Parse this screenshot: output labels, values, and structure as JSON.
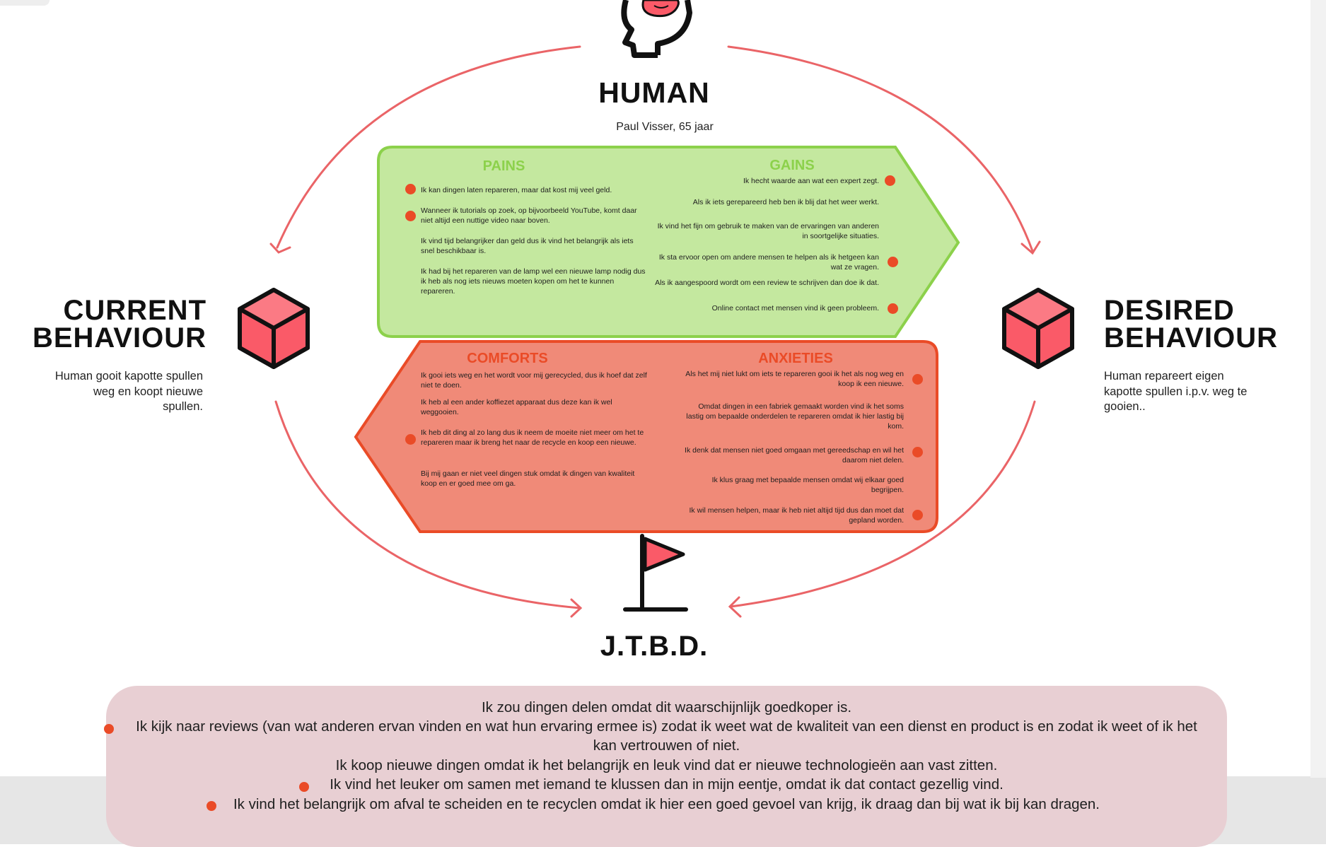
{
  "human": {
    "title": "HUMAN",
    "subtitle": "Paul Visser, 65 jaar"
  },
  "current_behaviour": {
    "title_line1": "CURRENT",
    "title_line2": "BEHAVIOUR",
    "description_lines": [
      "Human gooit kapotte spullen",
      "weg en koopt nieuwe",
      "spullen."
    ]
  },
  "desired_behaviour": {
    "title_line1": "DESIRED",
    "title_line2": "BEHAVIOUR",
    "description_lines": [
      "Human repareert eigen",
      "kapotte spullen i.p.v. weg te",
      "gooien.."
    ]
  },
  "pains": {
    "title": "PAINS",
    "items": [
      {
        "text": "Ik kan dingen laten repareren, maar dat kost mij veel geld.",
        "dot": true
      },
      {
        "text": "Wanneer ik tutorials op zoek, op bijvoorbeeld YouTube, komt daar niet altijd een nuttige video naar boven.",
        "dot": true
      },
      {
        "text": "Ik vind tijd belangrijker dan geld dus ik vind het belangrijk als iets snel beschikbaar is.",
        "dot": false
      },
      {
        "text": "Ik had bij het repareren van de lamp wel een nieuwe lamp nodig dus ik heb als nog iets nieuws moeten kopen om het te kunnen repareren.",
        "dot": false
      }
    ]
  },
  "gains": {
    "title": "GAINS",
    "items": [
      {
        "text": "Ik hecht waarde aan wat een expert zegt.",
        "dot": true
      },
      {
        "text": "Als ik iets gerepareerd heb ben ik blij dat het weer werkt.",
        "dot": false
      },
      {
        "text": "Ik vind het fijn om gebruik te maken van de ervaringen van anderen in soortgelijke situaties.",
        "dot": false
      },
      {
        "text": "Ik sta ervoor open om andere mensen te helpen als ik hetgeen kan wat ze vragen.",
        "dot": true
      },
      {
        "text": "Als ik aangespoord wordt om een review te schrijven dan doe ik dat.",
        "dot": false
      },
      {
        "text": "Online contact met mensen vind ik geen probleem.",
        "dot": true
      }
    ]
  },
  "comforts": {
    "title": "COMFORTS",
    "items": [
      {
        "text": "Ik gooi iets weg en het wordt voor mij gerecycled, dus ik hoef dat zelf niet te doen.",
        "dot": false
      },
      {
        "text": "Ik heb al een ander koffiezet apparaat dus deze kan ik wel weggooien.",
        "dot": false
      },
      {
        "text": "Ik heb dit ding al zo lang dus ik neem de moeite niet meer om het te repareren maar ik breng het naar de recycle en koop een nieuwe.",
        "dot": true
      },
      {
        "text": "Bij mij gaan er niet veel dingen stuk omdat ik dingen van kwaliteit koop en er goed mee om ga.",
        "dot": false
      }
    ]
  },
  "anxieties": {
    "title": "ANXIETIES",
    "items": [
      {
        "text": "Als het mij niet lukt om iets te repareren gooi ik het als nog weg en koop ik een nieuwe.",
        "dot": true
      },
      {
        "text": "Omdat dingen in een fabriek gemaakt worden vind ik het  soms lastig om bepaalde onderdelen te repareren omdat ik hier lastig bij kom.",
        "dot": false
      },
      {
        "text": "Ik denk dat mensen niet goed omgaan met gereedschap en wil het daarom niet delen.",
        "dot": true
      },
      {
        "text": "Ik klus graag met bepaalde mensen omdat wij elkaar goed begrijpen.",
        "dot": false
      },
      {
        "text": "Ik wil mensen helpen, maar ik heb niet altijd tijd dus dan moet dat gepland worden.",
        "dot": true
      }
    ]
  },
  "jtbd": {
    "title": "J.T.B.D.",
    "lines": [
      {
        "text": "Ik zou dingen delen omdat dit waarschijnlijk goedkoper is.",
        "dot": false
      },
      {
        "text": "Ik kijk naar reviews (van wat anderen ervan vinden en wat hun ervaring ermee is) zodat ik weet wat de kwaliteit van een dienst en product is en zodat ik weet of ik het",
        "dot": true
      },
      {
        "text": "kan vertrouwen of niet.",
        "dot": false
      },
      {
        "text": "Ik koop nieuwe dingen omdat ik het belangrijk en leuk vind dat er nieuwe technologieën aan vast zitten.",
        "dot": false
      },
      {
        "text": "Ik vind het leuker om samen met iemand te klussen dan in mijn eentje, omdat ik dat contact gezellig vind.",
        "dot": true
      },
      {
        "text": "Ik vind het belangrijk om afval te scheiden en te recyclen omdat ik hier een goed gevoel van krijg, ik draag dan bij wat ik bij kan dragen.",
        "dot": true
      }
    ]
  },
  "colors": {
    "green_fill": "#c4e89f",
    "green_stroke": "#8cd14b",
    "red_fill": "#f08a78",
    "red_stroke": "#ea4b27",
    "cube_fill": "#fa5a68",
    "arrow": "#ea6467",
    "jtbd_box": "#e8cfd3"
  },
  "icons": [
    "brain-head-icon",
    "cube-icon",
    "flag-icon"
  ]
}
